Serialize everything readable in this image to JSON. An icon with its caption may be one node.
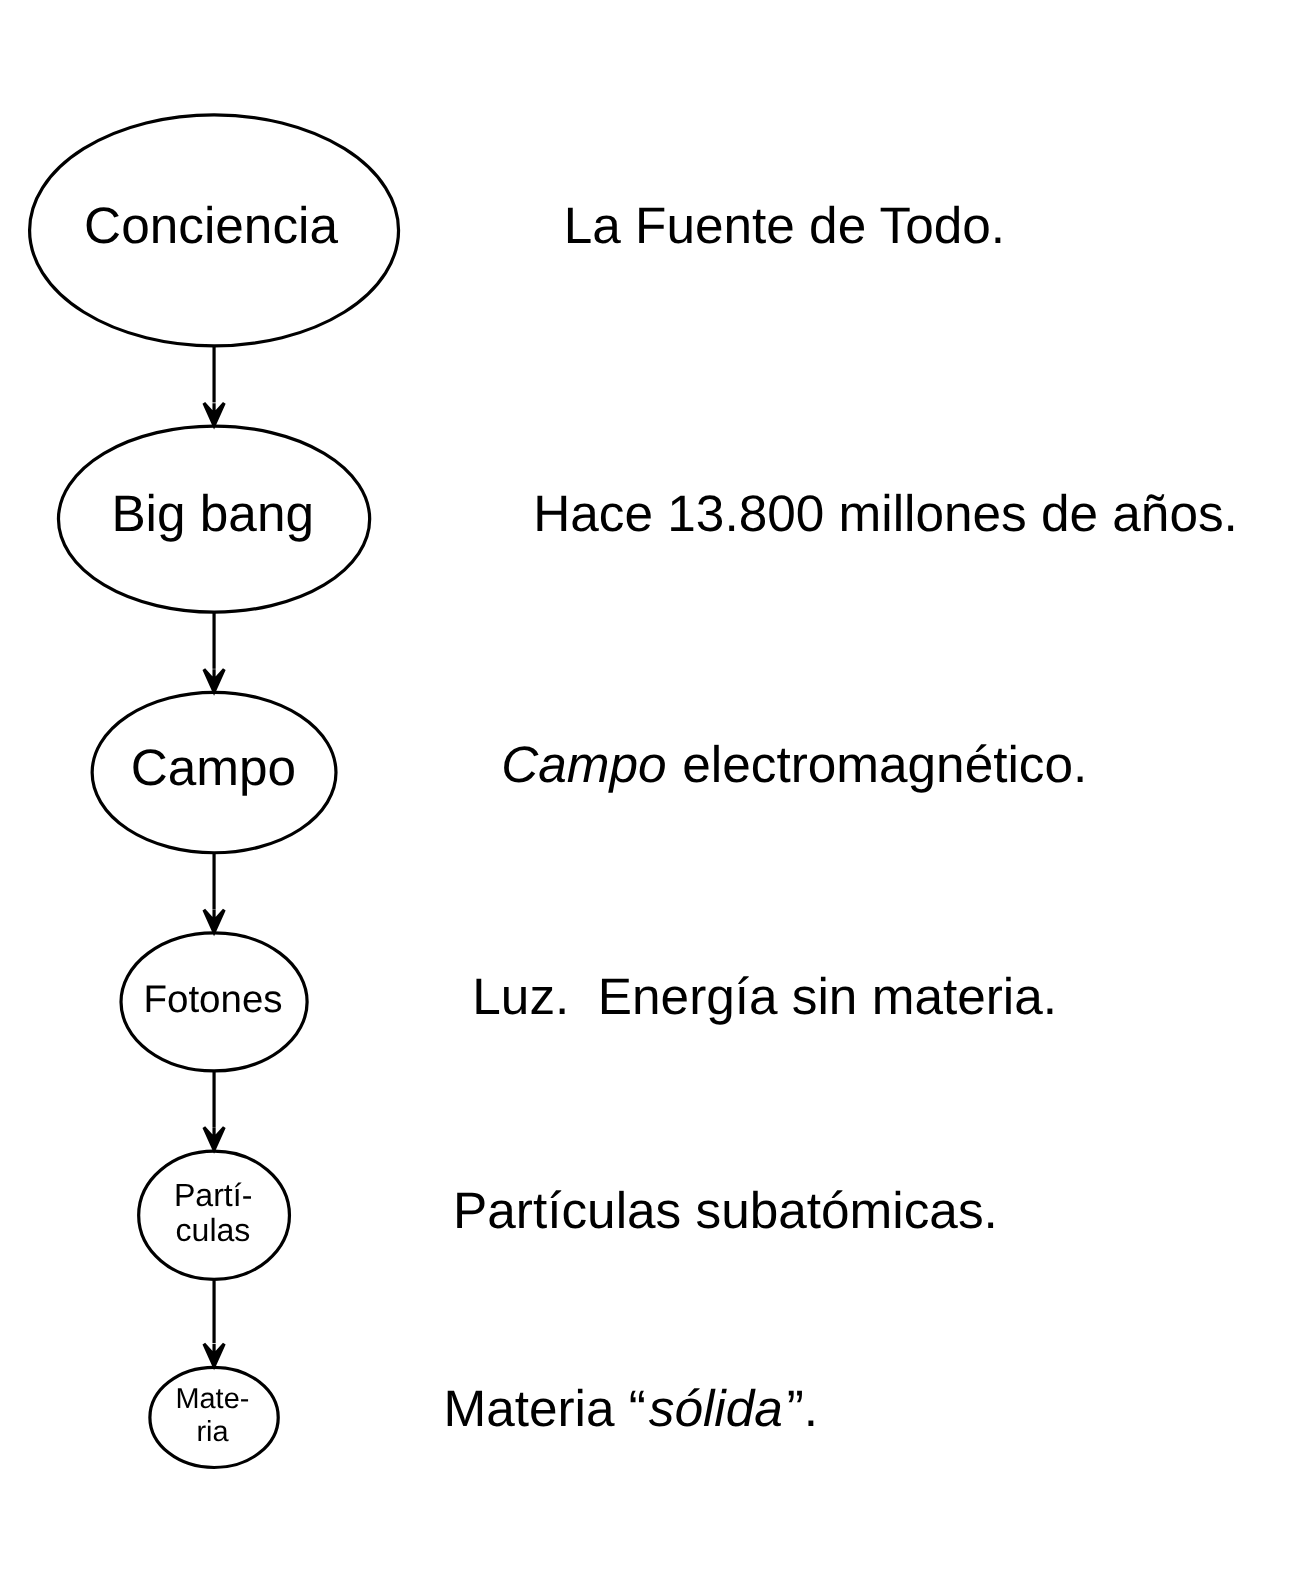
{
  "diagram": {
    "nodes": [
      {
        "text": [
          "Conciencia"
        ],
        "beside": [
          "La Fuente de Todo."
        ]
      },
      {
        "text": [
          "Big bang"
        ],
        "beside": [
          "Hace 13.800 millones de años."
        ]
      },
      {
        "text": [
          "Campo"
        ],
        "beside": [
          "*Campo* electromagnético."
        ]
      },
      {
        "text": [
          "Fotones"
        ],
        "beside": [
          "Luz.  Energía sin materia."
        ]
      },
      {
        "text": [
          "Partí- culas"
        ],
        "beside": [
          "Partículas subatómicas."
        ]
      },
      {
        "text": [
          "Mate- ria"
        ],
        "beside": [
          "Materia “*sólida*”."
        ]
      }
    ],
    "edges": [
      {
        "from": 0,
        "to": 1,
        "arrow": "to"
      },
      {
        "from": 1,
        "to": 2,
        "arrow": "to"
      },
      {
        "from": 2,
        "to": 3,
        "arrow": "to"
      },
      {
        "from": 3,
        "to": 4,
        "arrow": "to"
      },
      {
        "from": 4,
        "to": 5,
        "arrow": "to"
      }
    ]
  }
}
